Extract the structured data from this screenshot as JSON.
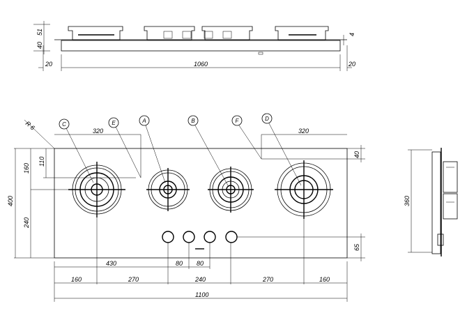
{
  "top_view": {
    "dims": {
      "height_grate": "51",
      "height_body": "40",
      "plate": "4",
      "left_margin": "20",
      "body_width": "1060",
      "right_margin": "20"
    }
  },
  "plan_view": {
    "callouts": [
      "C",
      "E",
      "A",
      "B",
      "F",
      "D"
    ],
    "radius": "R 6",
    "dims": {
      "left_320": "320",
      "right_320": "320",
      "d110": "110",
      "d160": "160",
      "d400": "400",
      "d240": "240",
      "d40": "40",
      "d65": "65",
      "d430": "430",
      "k80a": "80",
      "k80b": "80",
      "b160a": "160",
      "b270a": "270",
      "b240": "240",
      "b270b": "270",
      "b160b": "160",
      "total": "1100"
    }
  },
  "side_view": {
    "dims": {
      "depth": "360"
    }
  }
}
